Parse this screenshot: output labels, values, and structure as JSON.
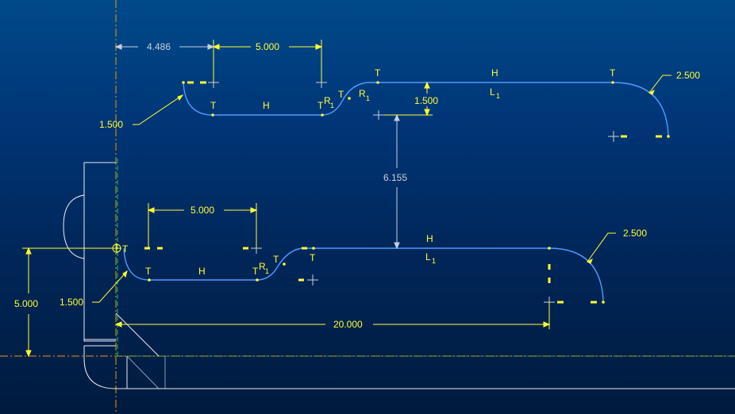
{
  "sketch": {
    "colors": {
      "background_top": "#004a8a",
      "background_bottom": "#001a3e",
      "geometry": "#4a9cff",
      "dimension": "#ffff33",
      "weak_dimension": "#c8d0dc",
      "reference": "#ffffff",
      "centerline": "#e0a000",
      "axis": "#00cc66"
    },
    "dimensions": {
      "upper_offset_x": "4.486",
      "upper_length": "5.000",
      "upper_step_height": "1.500",
      "upper_start_radius": "1.500",
      "upper_end_radius": "2.500",
      "vertical_gap": "6.155",
      "lower_length": "5.000",
      "lower_height": "5.000",
      "lower_start_radius": "1.500",
      "lower_end_radius": "2.500",
      "overall_length": "20.000"
    },
    "constraints": {
      "tangent": "T",
      "horizontal": "H",
      "radius": "R",
      "radius_index": "1",
      "length": "L",
      "length_index": "1"
    }
  }
}
